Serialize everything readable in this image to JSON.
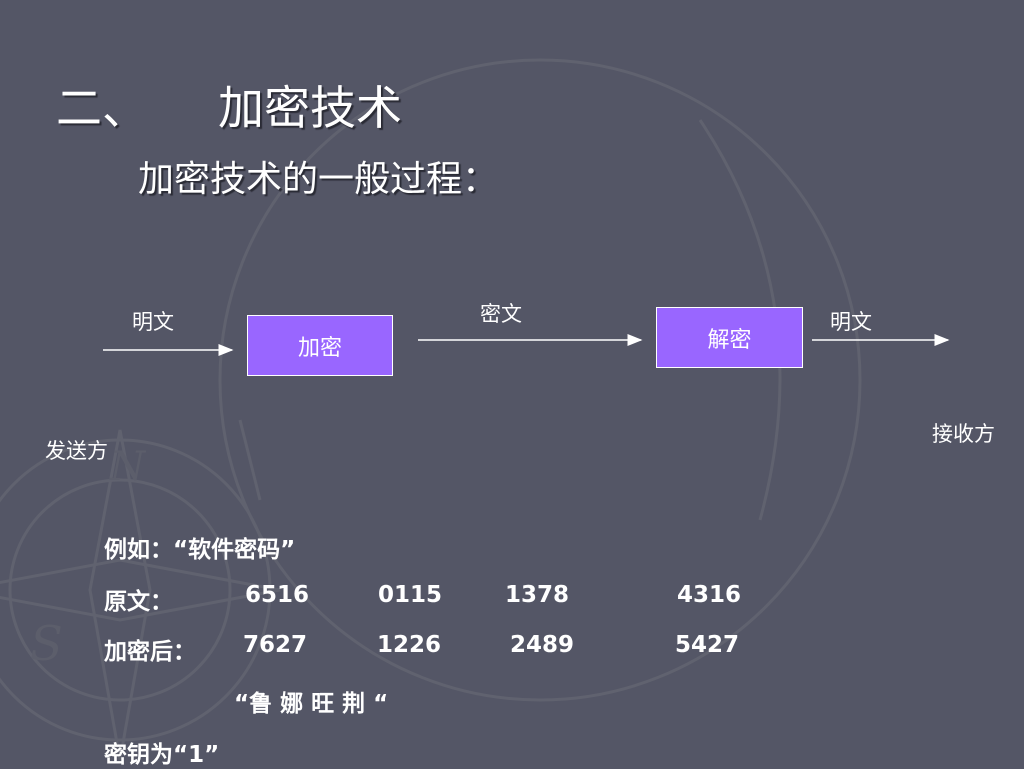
{
  "slide": {
    "title_number": "二、",
    "title": "加密技术",
    "subtitle": "加密技术的一般过程："
  },
  "diagram": {
    "plaintext_left": "明文",
    "encrypt_box": "加密",
    "ciphertext": "密文",
    "decrypt_box": "解密",
    "plaintext_right": "明文",
    "sender": "发送方",
    "receiver": "接收方",
    "colors": {
      "box_fill": "#9966ff",
      "box_border": "#ffffff",
      "arrow": "#ffffff"
    }
  },
  "example": {
    "intro": "例如：“软件密码”",
    "original_label": "原文：",
    "original_values": [
      "6516",
      "0115",
      "1378",
      "4316"
    ],
    "encrypted_label": "加密后：",
    "encrypted_values": [
      "7627",
      "1226",
      "2489",
      "5427"
    ],
    "cipher_chars": "“鲁 娜 旺 荆 “",
    "key_line": "密钥为“1”"
  },
  "theme": {
    "background": "#545666",
    "text": "#ffffff"
  }
}
